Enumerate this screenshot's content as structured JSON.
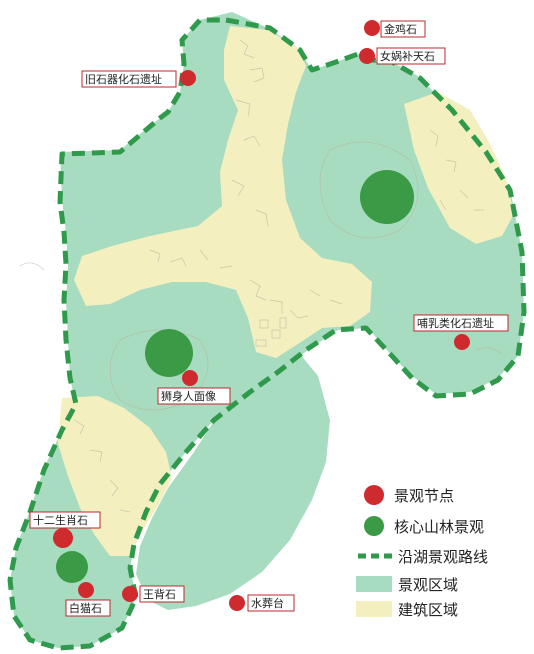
{
  "legend": {
    "node": "景观节点",
    "core": "核心山林景观",
    "route": "沿湖景观路线",
    "scenic": "景观区域",
    "building": "建筑区域"
  },
  "labels": {
    "jinjishi": "金鸡石",
    "nvwa": "女娲补天石",
    "jiushiqi": "旧石器化石遗址",
    "buru": "哺乳类化石遗址",
    "shishen": "狮身人面像",
    "shiershengxiao": "十二生肖石",
    "baimao": "白猫石",
    "wangbei": "王背石",
    "shuizang": "水葬台"
  },
  "colors": {
    "scenic": "#a8dcc0",
    "building": "#f4efbf",
    "node": "#cf2a2e",
    "core": "#3a9a45",
    "route": "#2f9a4c"
  }
}
